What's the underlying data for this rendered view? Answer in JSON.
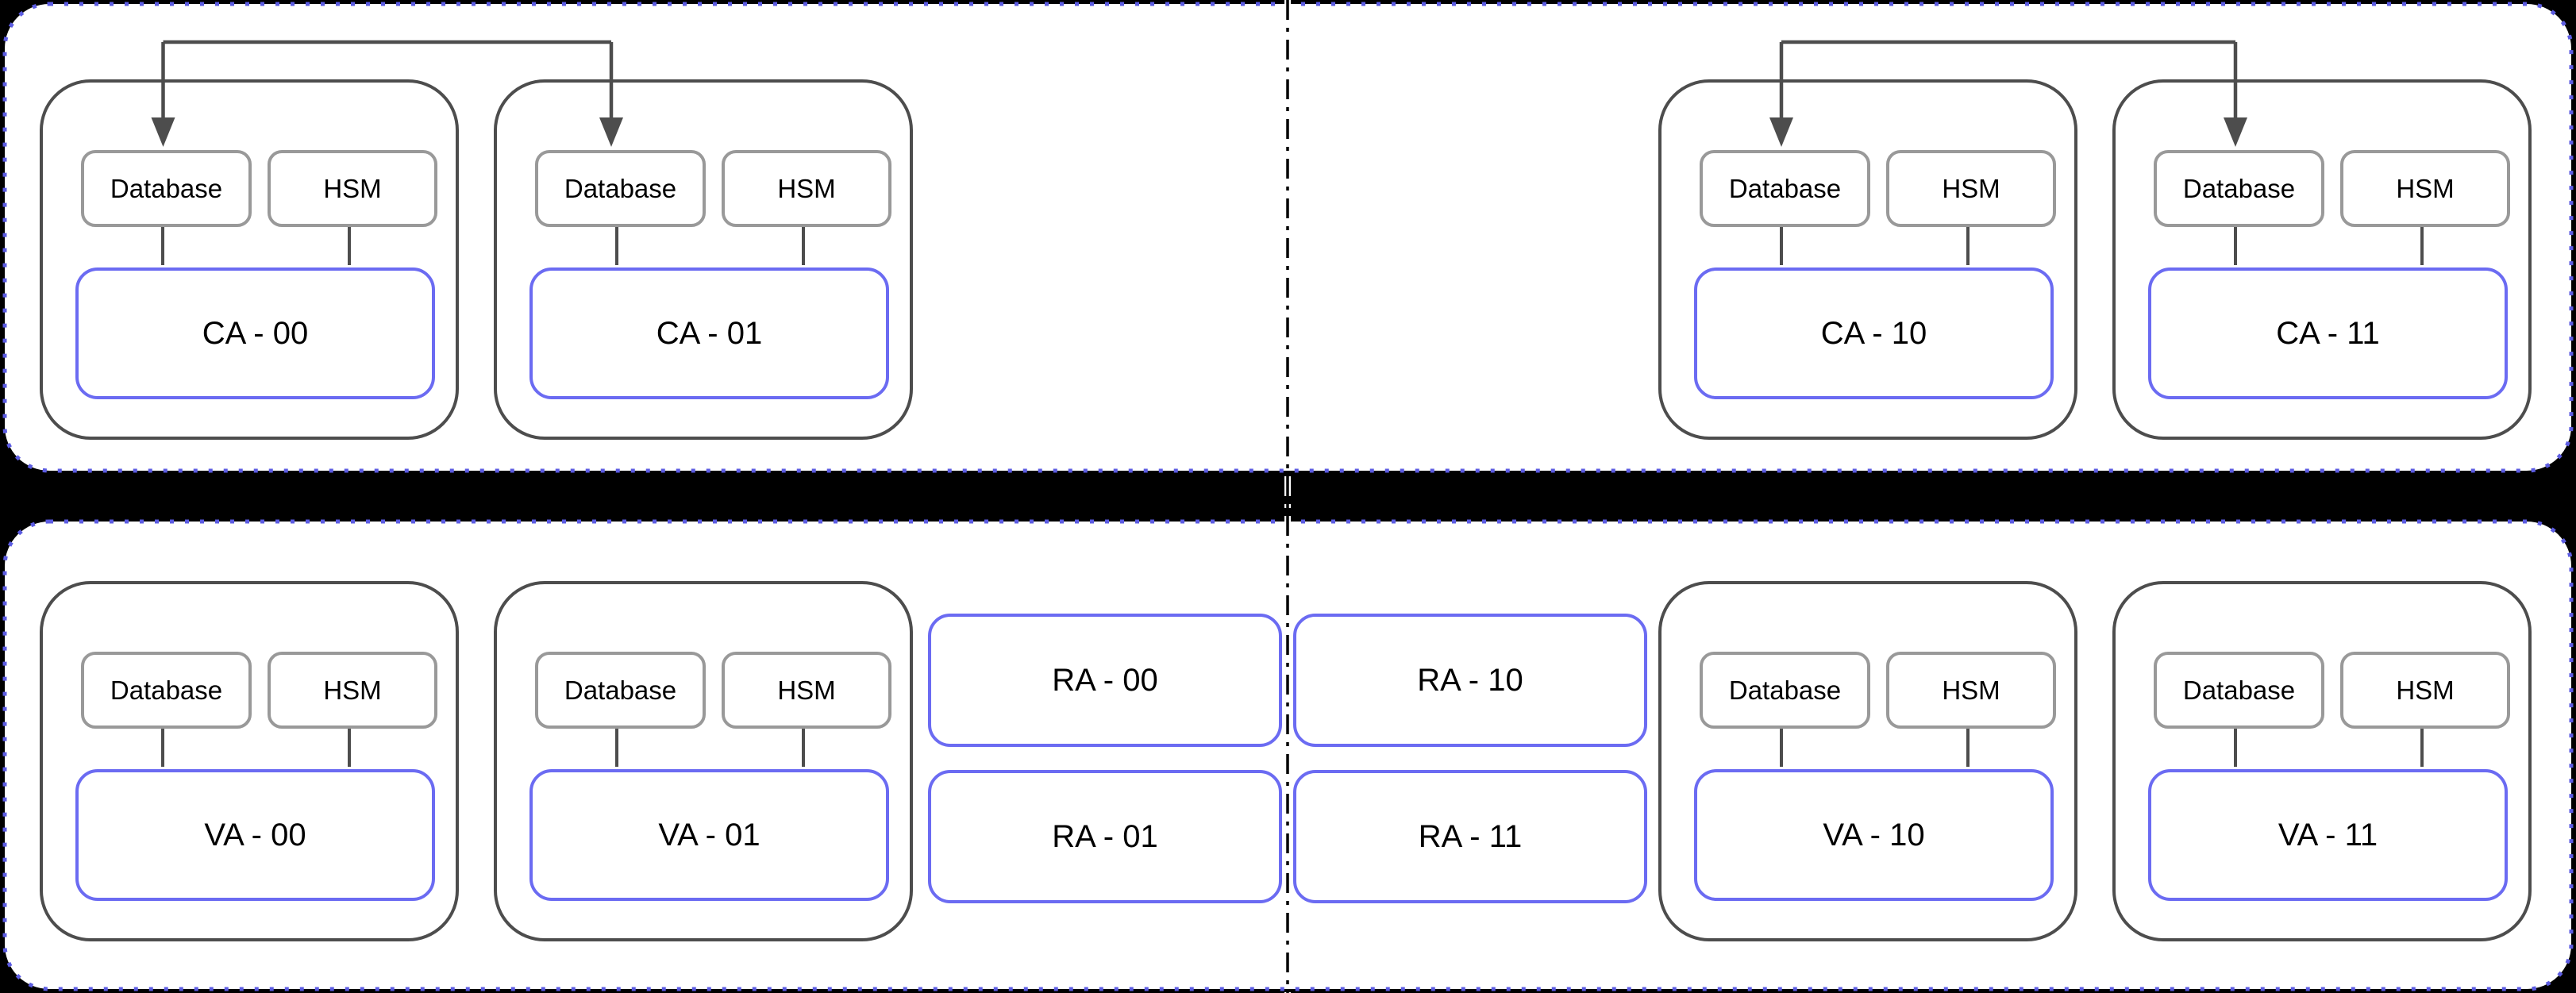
{
  "colors": {
    "background": "#000000",
    "panel_fill": "#ffffff",
    "panel_border": "#5c5ce2",
    "cluster_border": "#4d4d4d",
    "component_border": "#999999",
    "node_border": "#6b6bf2",
    "connector": "#4d4d4d",
    "divider": "#000000",
    "text": "#000000"
  },
  "panels": {
    "ca_tier": {
      "clusters": [
        {
          "name": "ca-00",
          "database_label": "Database",
          "hsm_label": "HSM",
          "node_label": "CA - 00"
        },
        {
          "name": "ca-01",
          "database_label": "Database",
          "hsm_label": "HSM",
          "node_label": "CA - 01"
        },
        {
          "name": "ca-10",
          "database_label": "Database",
          "hsm_label": "HSM",
          "node_label": "CA - 10"
        },
        {
          "name": "ca-11",
          "database_label": "Database",
          "hsm_label": "HSM",
          "node_label": "CA - 11"
        }
      ]
    },
    "va_ra_tier": {
      "clusters": [
        {
          "name": "va-00",
          "database_label": "Database",
          "hsm_label": "HSM",
          "node_label": "VA - 00"
        },
        {
          "name": "va-01",
          "database_label": "Database",
          "hsm_label": "HSM",
          "node_label": "VA - 01"
        },
        {
          "name": "va-10",
          "database_label": "Database",
          "hsm_label": "HSM",
          "node_label": "VA - 10"
        },
        {
          "name": "va-11",
          "database_label": "Database",
          "hsm_label": "HSM",
          "node_label": "VA - 11"
        }
      ],
      "ra_nodes": [
        {
          "label": "RA - 00"
        },
        {
          "label": "RA - 10"
        },
        {
          "label": "RA - 01"
        },
        {
          "label": "RA - 11"
        }
      ]
    }
  }
}
